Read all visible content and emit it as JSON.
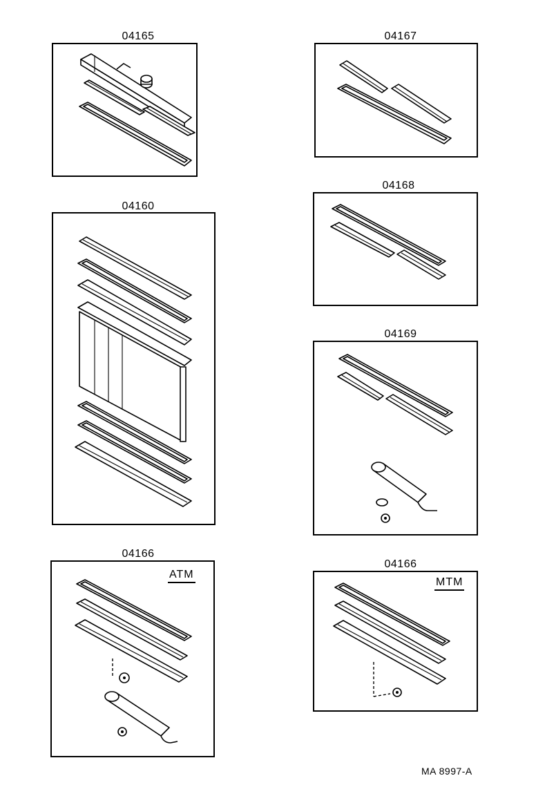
{
  "panels": [
    {
      "id": "p04165",
      "part_number": "04165"
    },
    {
      "id": "p04167",
      "part_number": "04167"
    },
    {
      "id": "p04160",
      "part_number": "04160"
    },
    {
      "id": "p04168",
      "part_number": "04168"
    },
    {
      "id": "p04169",
      "part_number": "04169"
    },
    {
      "id": "p04166a",
      "part_number": "04166",
      "tag": "ATM"
    },
    {
      "id": "p04166m",
      "part_number": "04166",
      "tag": "MTM"
    }
  ],
  "footer": {
    "code": "MA  8997-A"
  }
}
